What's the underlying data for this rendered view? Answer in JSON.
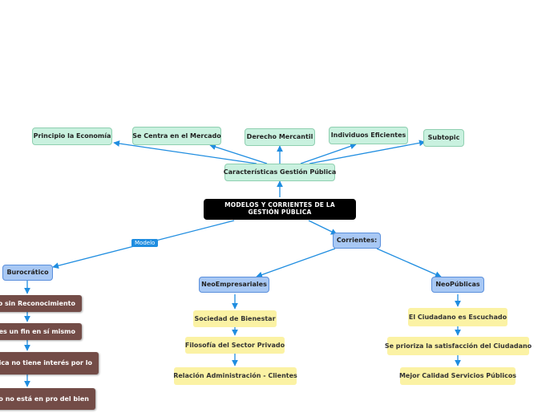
{
  "central": "MODELOS Y CORRIENTES DE LA GESTIÓN PÚBLICA",
  "caracteristicas": {
    "label": "Características Gestión Pública",
    "children": [
      "Principio la Economía",
      "Se Centra en el Mercado",
      "Derecho Mercantil",
      "Individuos Eficientes",
      "Subtopic"
    ]
  },
  "corrientes": {
    "label": "Corrientes:",
    "neoempresariales": {
      "label": "NeoEmpresariales",
      "items": [
        "Sociedad de Bienestar",
        "Filosofía del Sector Privado",
        "Relación Administración - Clientes"
      ]
    },
    "neopublicas": {
      "label": "NeoPúblicas",
      "items": [
        "El Ciudadano es Escuchado",
        "Se prioriza la satisfacción del Ciudadano",
        "Mejor Calidad Servicios Públicos"
      ]
    }
  },
  "modelo_tag": "Modelo",
  "burocratico": {
    "label": "Burocrático",
    "items": [
      "ano sin Reconocimiento",
      "do es un fin en sí mismo",
      "ública no tiene interés por lo",
      "blico no está en pro del bien"
    ]
  },
  "colors": {
    "connector": "#1f8de0",
    "central_bg": "#000000",
    "topic_green": "#c9f1df",
    "topic_blue": "#a8c8f4",
    "item_yellow": "#fbf2a4",
    "item_brown": "#734c47"
  }
}
